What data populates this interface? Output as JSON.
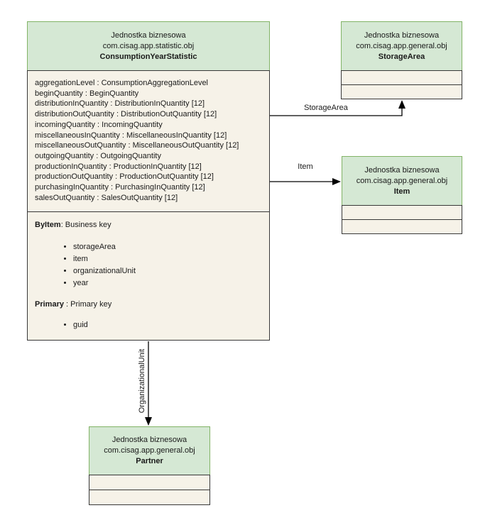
{
  "diagram": {
    "main_entity": {
      "stereotype": "Jednostka biznesowa",
      "package": "com.cisag.app.statistic.obj",
      "name": "ConsumptionYearStatistic",
      "attributes": [
        "aggregationLevel : ConsumptionAggregationLevel",
        "beginQuantity : BeginQuantity",
        "distributionInQuantity : DistributionInQuantity [12]",
        "distributionOutQuantity : DistributionOutQuantity [12]",
        "incomingQuantity : IncomingQuantity",
        "miscellaneousInQuantity : MiscellaneousInQuantity [12]",
        "miscellaneousOutQuantity : MiscellaneousOutQuantity [12]",
        "outgoingQuantity : OutgoingQuantity",
        "productionInQuantity : ProductionInQuantity [12]",
        "productionOutQuantity : ProductionOutQuantity [12]",
        "purchasingInQuantity : PurchasingInQuantity [12]",
        "salesOutQuantity : SalesOutQuantity [12]"
      ],
      "keys": {
        "byitem_name": "ByItem",
        "byitem_desc": ": Business key",
        "byitem_items": [
          "storageArea",
          "item",
          "organizationalUnit",
          "year"
        ],
        "primary_name": "Primary",
        "primary_desc": " : Primary key",
        "primary_items": [
          "guid"
        ]
      }
    },
    "storage_area_entity": {
      "stereotype": "Jednostka biznesowa",
      "package": "com.cisag.app.general.obj",
      "name": "StorageArea"
    },
    "item_entity": {
      "stereotype": "Jednostka biznesowa",
      "package": "com.cisag.app.general.obj",
      "name": "Item"
    },
    "partner_entity": {
      "stereotype": "Jednostka biznesowa",
      "package": "com.cisag.app.general.obj",
      "name": "Partner"
    },
    "edges": {
      "storage_area_label": "StorageArea",
      "item_label": "Item",
      "organizational_unit_label": "OrganizationalUnit"
    },
    "colors": {
      "header_fill": "#d5e8d4",
      "header_border": "#82b366",
      "body_fill": "#f6f2e8",
      "body_border": "#383838",
      "edge_color": "#000000"
    }
  }
}
